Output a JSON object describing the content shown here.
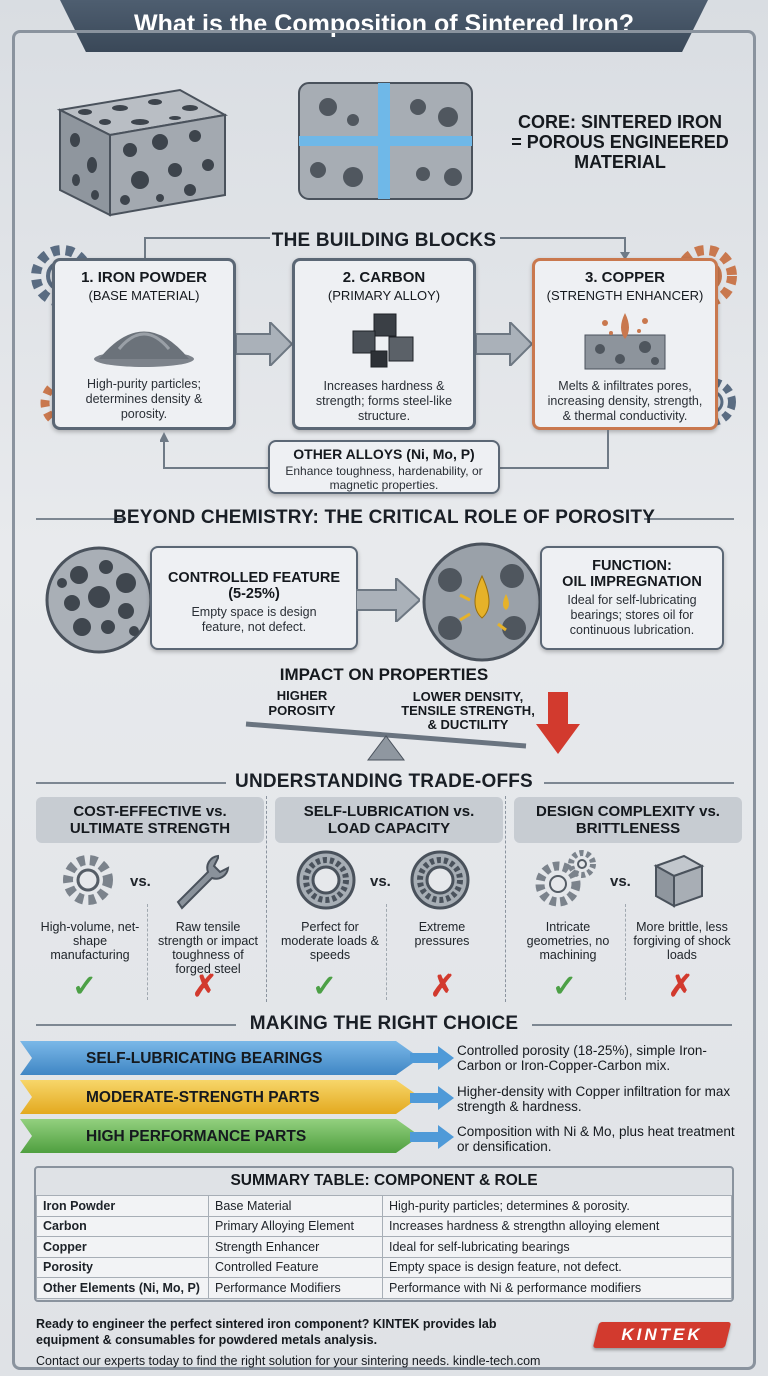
{
  "title": "What is the Composition of Sintered Iron?",
  "core": {
    "line1": "CORE: SINTERED IRON",
    "line2": "= POROUS ENGINEERED",
    "line3": "MATERIAL"
  },
  "building_blocks": {
    "header": "THE BUILDING BLOCKS",
    "cards": [
      {
        "title": "1. IRON POWDER",
        "subtitle": "(BASE MATERIAL)",
        "desc": "High-purity particles; determines density & porosity."
      },
      {
        "title": "2. CARBON",
        "subtitle": "(PRIMARY ALLOY)",
        "desc": "Increases hardness & strength; forms steel-like structure."
      },
      {
        "title": "3. COPPER",
        "subtitle": "(STRENGTH ENHANCER)",
        "desc": "Melts & infiltrates pores, increasing density, strength, & thermal conductivity."
      }
    ],
    "other": {
      "title": "OTHER ALLOYS (Ni, Mo, P)",
      "desc": "Enhance toughness, hardenability, or magnetic properties."
    }
  },
  "porosity": {
    "header": "BEYOND CHEMISTRY: THE CRITICAL ROLE OF POROSITY",
    "feature_title": "CONTROLLED FEATURE",
    "feature_range": "(5-25%)",
    "feature_desc": "Empty space is design feature, not defect.",
    "function_title1": "FUNCTION:",
    "function_title2": "OIL IMPREGNATION",
    "function_desc": "Ideal for self-lubricating bearings; stores oil for continuous lubrication.",
    "impact_header": "IMPACT ON PROPERTIES",
    "higher": "HIGHER POROSITY",
    "lower": "LOWER DENSITY, TENSILE STRENGTH, & DUCTILITY"
  },
  "tradeoffs": {
    "header": "UNDERSTANDING TRADE-OFFS",
    "vs": "vs.",
    "columns": [
      {
        "head1": "COST-EFFECTIVE vs.",
        "head2": "ULTIMATE STRENGTH",
        "left": "High-volume, net-shape manufacturing",
        "right": "Raw tensile strength or impact toughness of forged steel"
      },
      {
        "head1": "SELF-LUBRICATION vs.",
        "head2": "LOAD CAPACITY",
        "left": "Perfect for moderate loads & speeds",
        "right": "Extreme pressures"
      },
      {
        "head1": "DESIGN COMPLEXITY vs.",
        "head2": "BRITTLENESS",
        "left": "Intricate geometries, no machining",
        "right": "More brittle, less forgiving of shock loads"
      }
    ]
  },
  "choice": {
    "header": "MAKING THE RIGHT CHOICE",
    "rows": [
      {
        "label": "SELF-LUBRICATING BEARINGS",
        "desc": "Controlled porosity (18-25%), simple Iron-Carbon or Iron-Copper-Carbon mix.",
        "color": "#4f9ad8"
      },
      {
        "label": "MODERATE-STRENGTH PARTS",
        "desc": "Higher-density with Copper infiltration for max strength & hardness.",
        "color": "#f2c23a"
      },
      {
        "label": "HIGH PERFORMANCE PARTS",
        "desc": "Composition with Ni & Mo, plus heat treatment or densification.",
        "color": "#6cbb5a"
      }
    ]
  },
  "summary": {
    "header": "SUMMARY TABLE: COMPONENT & ROLE",
    "rows": [
      [
        "Iron Powder",
        "Base Material",
        "High-purity particles; determines & porosity."
      ],
      [
        "Carbon",
        "Primary Alloying Element",
        "Increases hardness & strengthn alloying element"
      ],
      [
        "Copper",
        "Strength Enhancer",
        "Ideal for self-lubricating bearings"
      ],
      [
        "Porosity",
        "Controlled Feature",
        "Empty space is design feature, not defect."
      ],
      [
        "Other Elements (Ni, Mo, P)",
        "Performance Modifiers",
        "Performance with Ni & performance modifiers"
      ]
    ]
  },
  "footer": {
    "line1": "Ready to engineer the perfect sintered iron component? KINTEK provides lab",
    "line2": "equipment & consumables for powdered metals analysis.",
    "line3": "Contact our experts today to find the right solution for your sintering needs. kindle-tech.com",
    "brand": "KINTEK"
  },
  "colors": {
    "accent_red": "#d23a2e",
    "copper": "#c9784e",
    "steel": "#5b6775",
    "check": "#4ca046"
  }
}
